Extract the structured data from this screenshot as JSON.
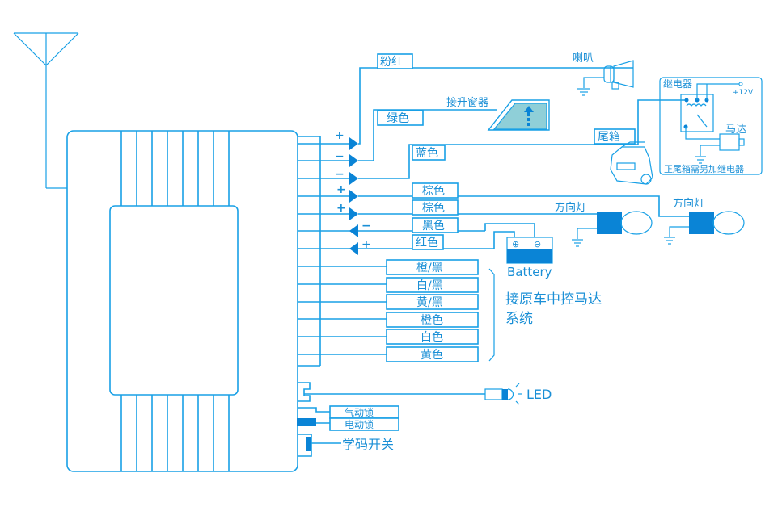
{
  "diagram": {
    "title": "Car alarm wiring diagram",
    "colors": {
      "line": "#18a0e6",
      "fill": "#0a84d6",
      "window_glass": "#8fcfd8",
      "background": "#ffffff"
    }
  },
  "wires": {
    "pink_red": "粉红",
    "green": "绿色",
    "blue": "蓝色",
    "brown_1": "棕色",
    "brown_2": "棕色",
    "black": "黑色",
    "red": "红色",
    "orange_black": "橙/黑",
    "white_black": "白/黑",
    "yellow_black": "黄/黑",
    "orange": "橙色",
    "white": "白色",
    "yellow": "黄色",
    "pneumatic_lock": "气动锁",
    "electric_lock": "电动锁"
  },
  "polarity": [
    "+",
    "−",
    "−",
    "+",
    "+",
    "−",
    "+"
  ],
  "components": {
    "horn": "喇叭",
    "window_lift": "接升窗器",
    "trunk": "尾箱",
    "relay": "继电器",
    "voltage": "+12V",
    "motor": "马达",
    "relay_note": "正尾箱需另加继电器",
    "turn_signal_1": "方向灯",
    "turn_signal_2": "方向灯",
    "battery": "Battery",
    "battery_plus": "⊕",
    "battery_minus": "⊖",
    "central_lock_line1": "接原车中控马达",
    "central_lock_line2": "系统",
    "led": "LED",
    "learn_switch": "学码开关"
  }
}
